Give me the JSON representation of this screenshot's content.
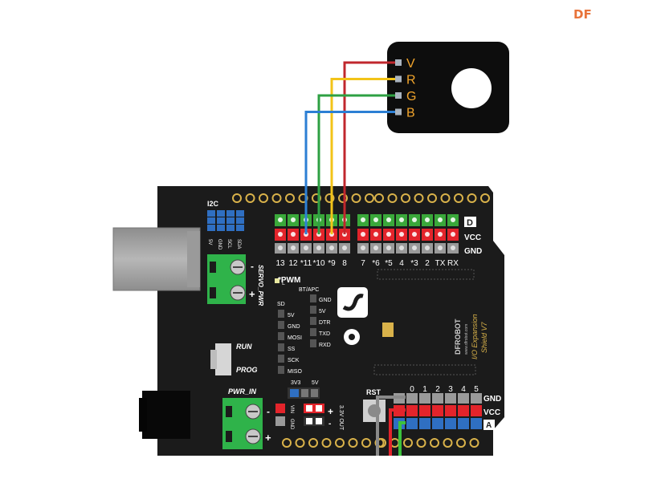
{
  "watermark": "DF",
  "sensor": {
    "pins": [
      {
        "label": "V",
        "wire_color": "#c0272d"
      },
      {
        "label": "R",
        "wire_color": "#f2c318"
      },
      {
        "label": "G",
        "wire_color": "#2ea043"
      },
      {
        "label": "B",
        "wire_color": "#2c7fd4"
      }
    ],
    "label_color": "#f2a52c"
  },
  "board": {
    "i2c_label": "I2C",
    "i2c_pins": [
      "5V",
      "GND",
      "SCL",
      "SDA"
    ],
    "servo_label": "SERVO_PWR",
    "digital_pin_labels": [
      "13",
      "12",
      "*11",
      "*10",
      "*9",
      "8",
      "7",
      "*6",
      "*5",
      "4",
      "*3",
      "2",
      "TX",
      "RX"
    ],
    "row_label_d": "D",
    "row_label_vcc": "VCC",
    "row_label_gnd": "GND",
    "pwm_label": "*PWM",
    "led_label": "L",
    "bt_label": "BT/APC",
    "bt_pins": [
      "GND",
      "5V",
      "DTR",
      "TXD",
      "RXD"
    ],
    "sd_label": "SD",
    "sd_pins": [
      "5V",
      "GND",
      "MOSI",
      "SS",
      "SCK",
      "MISO"
    ],
    "run_label": "RUN",
    "prog_label": "PROG",
    "pwr_in_label": "PWR_IN",
    "v3_label": "3V3",
    "v5_label": "5V",
    "out_label": "3.3V OUT",
    "vin_label": "VIN",
    "gnd_label": "GND",
    "rst_label": "RST",
    "analog_pin_labels": [
      "0",
      "1",
      "2",
      "3",
      "4",
      "5"
    ],
    "row_label_a": "A",
    "brand": "DFROBOT",
    "url": "www.dfrobot.com",
    "product_line1": "I/O Expansion",
    "product_line2": "Shield V7"
  },
  "colors": {
    "board": "#1b1b1b",
    "header_green": "#3aa83a",
    "header_red": "#e3242b",
    "header_gray": "#9a9a9a",
    "header_blue": "#2f6fc2",
    "gold": "#d9b24a",
    "terminal_green": "#2fb34a",
    "analog_wire_gray": "#8a8a8a",
    "analog_wire_red": "#e3242b",
    "analog_wire_green": "#3cc23c"
  }
}
